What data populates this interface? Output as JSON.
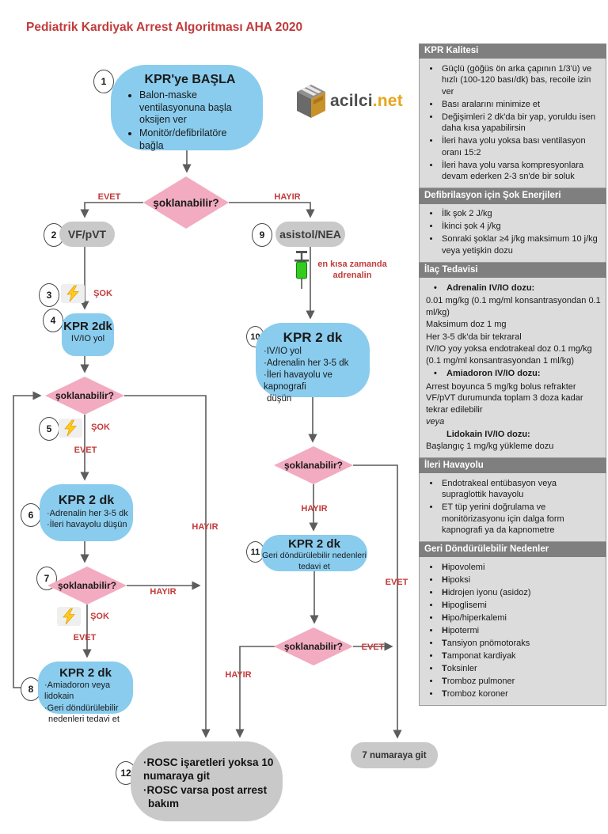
{
  "title": "Pediatrik Kardiyak Arrest Algoritması AHA 2020",
  "logo": {
    "name": "acilci",
    "tld": ".net"
  },
  "labels": {
    "evet": "EVET",
    "hayir": "HAYIR",
    "sok": "ŞOK",
    "soklanabilir": "şoklanabilir?"
  },
  "colors": {
    "blue": "#89CCEE",
    "pink": "#F2ABC0",
    "gray": "#C9C9C9",
    "red": "#C23B3B",
    "panel_header": "#7F7F7F",
    "panel_body": "#DCDCDC"
  },
  "flow": {
    "circles": [
      "1",
      "2",
      "3",
      "4",
      "5",
      "6",
      "7",
      "8",
      "9",
      "10",
      "11",
      "12"
    ],
    "start": {
      "title": "KPR'ye BAŞLA",
      "bullets": [
        "Balon-maske ventilasyonuna başla oksijen ver",
        "Monitör/defibrilatöre bağla"
      ]
    },
    "vf": "VF/pVT",
    "asistol": "asistol/NEA",
    "adrenalin_note": [
      "en kısa zamanda",
      "adrenalin"
    ],
    "box4": {
      "title": "KPR 2dk",
      "sub": "IV/IO yol"
    },
    "box6": {
      "title": "KPR 2 dk",
      "lines": [
        "·Adrenalin her 3-5 dk",
        "·İleri havayolu düşün"
      ]
    },
    "box8": {
      "title": "KPR 2 dk",
      "lines": [
        "·Amiadoron veya lidokain",
        "·Geri döndürülebilir",
        "nedenleri tedavi et"
      ]
    },
    "box10": {
      "title": "KPR 2 dk",
      "lines": [
        "·IV/IO yol",
        "·Adrenalin her 3-5 dk",
        "·İleri havayolu ve kapnografi",
        "düşün"
      ]
    },
    "box11": {
      "title": "KPR 2 dk",
      "lines": [
        "Geri döndürülebilir nedenleri",
        "tedavi et"
      ]
    },
    "box12": {
      "lines": [
        "·ROSC işaretleri yoksa 10",
        "numaraya git",
        "·ROSC varsa post arrest",
        "bakım"
      ]
    },
    "goto7": "7 numaraya git"
  },
  "sidebar": {
    "kpr": {
      "title": "KPR Kalitesi",
      "items": [
        "Güçlü (göğüs ön arka çapının 1/3'ü) ve hızlı (100-120 bası/dk) bas, recoile izin ver",
        "Bası aralarını minimize et",
        "Değişimleri 2 dk'da bir yap, yoruldu isen daha kısa yapabilirsin",
        "İleri hava yolu yoksa bası ventilasyon oranı 15:2",
        "İleri hava yolu varsa kompresyonlara devam ederken 2-3 sn'de bir soluk"
      ]
    },
    "defib": {
      "title": "Defibrilasyon için Şok Enerjileri",
      "items": [
        "İlk şok 2 J/kg",
        "İkinci şok 4 j/kg",
        "Sonraki şoklar ≥4 j/kg maksimum 10 j/kg veya yetişkin dozu"
      ]
    },
    "ilac": {
      "title": "İlaç Tedavisi",
      "adrenalin_title": "Adrenalin IV/IO dozu:",
      "adrenalin_lines": [
        "0.01 mg/kg (0.1 mg/ml konsantrasyondan 0.1 ml/kg)",
        "Maksimum doz 1 mg",
        "Her 3-5 dk'da bir tekraral",
        "IV/IO yoy yoksa endotrakeal doz 0.1 mg/kg (0.1 mg/ml konsantrasyondan 1 ml/kg)"
      ],
      "amiadoron_title": "Amiadoron IV/IO dozu:",
      "amiadoron_line": "Arrest boyunca 5 mg/kg bolus refrakter VF/pVT durumunda toplam 3 doza kadar tekrar edilebilir",
      "veya": "veya",
      "lidokain_title": "Lidokain IV/IO dozu:",
      "lidokain_line": "Başlangıç 1 mg/kg yükleme dozu"
    },
    "airway": {
      "title": "İleri Havayolu",
      "items": [
        "Endotrakeal entübasyon veya supraglottik havayolu",
        "ET tüp yerini doğrulama ve monitörizasyonu için dalga form kapnografi ya da kapnometre"
      ]
    },
    "causes": {
      "title": "Geri Döndürülebilir Nedenler",
      "items": [
        "Hipovolemi",
        "Hipoksi",
        "Hidrojen iyonu (asidoz)",
        "Hipoglisemi",
        "Hipo/hiperkalemi",
        "Hipotermi",
        "Tansiyon pnömotoraks",
        "Tamponat kardiyak",
        "Toksinler",
        "Tromboz pulmoner",
        "Tromboz koroner"
      ]
    }
  }
}
